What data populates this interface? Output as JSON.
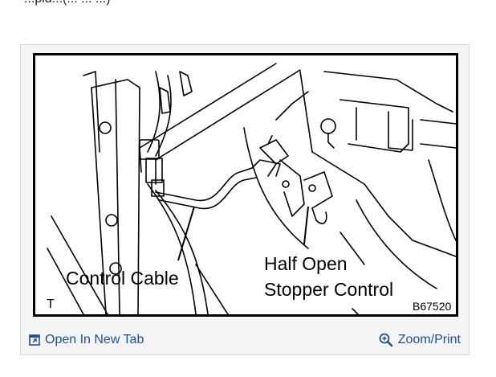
{
  "top_text": "...pid...(... ... ...)",
  "figure": {
    "labels": {
      "control_cable": "Control Cable",
      "half_open_line1": "Half Open",
      "half_open_line2": "Stopper Control",
      "corner_mark": "T",
      "figure_code": "B67520"
    }
  },
  "footer": {
    "open_new_tab": "Open In New Tab",
    "zoom_print": "Zoom/Print"
  },
  "colors": {
    "link": "#1a4f9c",
    "card_bg": "#f4f4f4",
    "border": "#d6d6d6"
  },
  "icons": {
    "open_new_tab": "open-new-tab-icon",
    "zoom": "zoom-in-icon"
  }
}
